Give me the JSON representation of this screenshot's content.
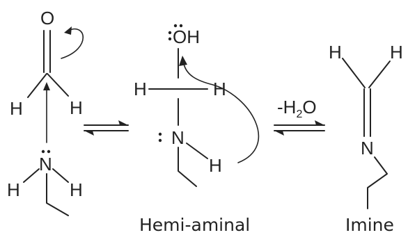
{
  "aldehyde": {
    "o": "O",
    "h_left": "H",
    "h_right": "H"
  },
  "amine": {
    "n": "N",
    "h_left": "H",
    "h_right": "H"
  },
  "hemiaminal": {
    "oh": "OH",
    "h_left": "H",
    "h_right": "H",
    "n": "N",
    "h_n": "H",
    "label": "Hemi-aminal"
  },
  "dehydration": {
    "minus": "-H",
    "sub2": "2",
    "o": "O"
  },
  "imine": {
    "h_left": "H",
    "h_right": "H",
    "n": "N",
    "label": "Imine"
  }
}
